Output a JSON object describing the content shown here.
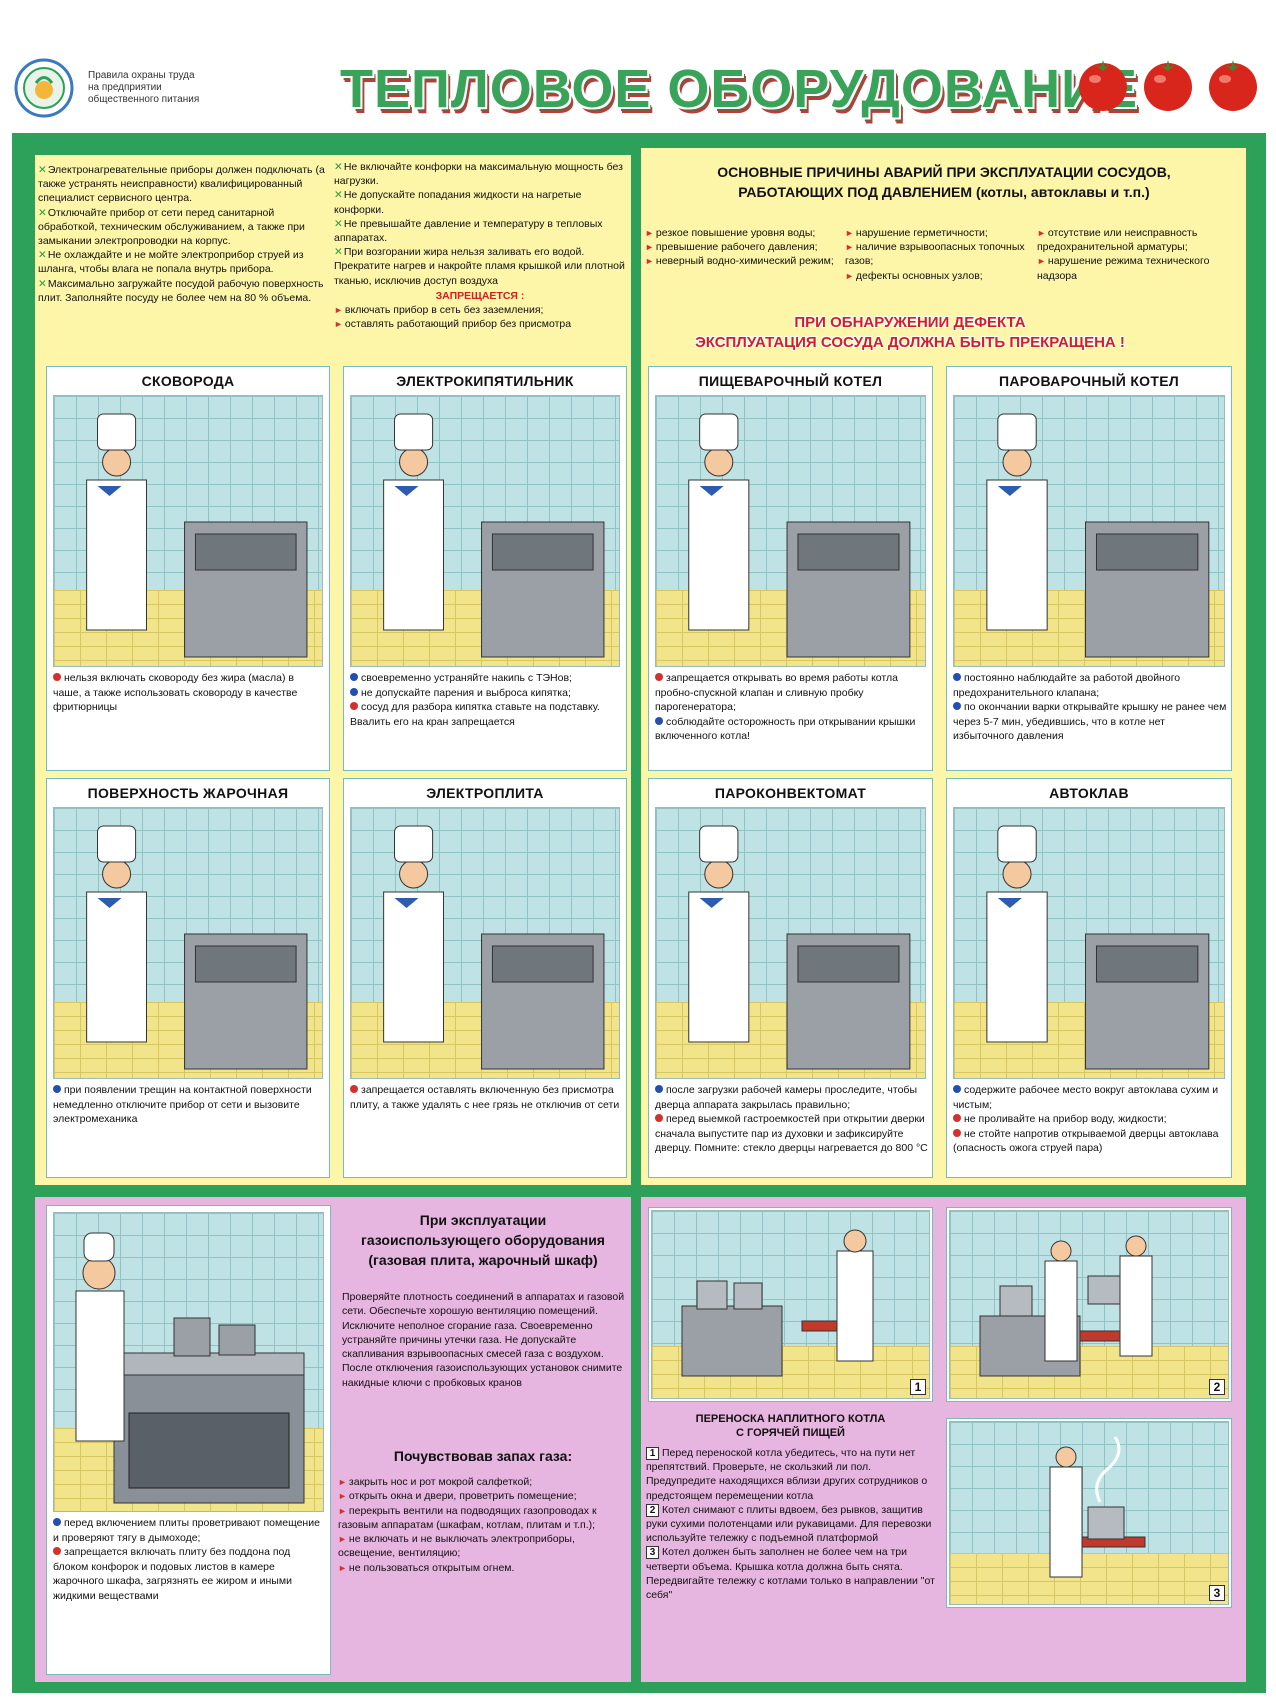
{
  "header": {
    "logo_label": "logo-seal",
    "caption_lines": [
      "Правила охраны труда",
      "на предприятии",
      "общественного питания"
    ],
    "title": "ТЕПЛОВОЕ   ОБОРУДОВАНИЕ"
  },
  "intro": {
    "col1": [
      "Электронагревательные приборы должен подключать (а также устранять неисправности) квалифицированный специалист сервисного центра.",
      "Отключайте прибор от сети перед санитарной обработкой, техническим обслуживанием, а также при замыкании электропроводки на корпус.",
      "Не охлаждайте и не мойте электроприбор струей из шланга, чтобы влага не попала внутрь прибора.",
      "Максимально загружайте посудой рабочую поверхность плит. Заполняйте посуду не более чем на 80 % объема."
    ],
    "col2": [
      "Не включайте конфорки на максимальную мощность без нагрузки.",
      "Не допускайте попадания жидкости на нагретые конфорки.",
      "Не превышайте давление и температуру в тепловых аппаратах.",
      "При возгорании жира нельзя заливать его водой. Прекратите нагрев и накройте пламя крышкой или плотной тканью, исключив доступ воздуха"
    ],
    "forbidden_title": "ЗАПРЕЩАЕТСЯ :",
    "forbidden": [
      "включать прибор в сеть без заземления;",
      "оставлять работающий прибор без присмотра"
    ]
  },
  "pressure": {
    "title_line1": "ОСНОВНЫЕ ПРИЧИНЫ АВАРИЙ ПРИ ЭКСПЛУАТАЦИИ СОСУДОВ,",
    "title_line2": "РАБОТАЮЩИХ ПОД ДАВЛЕНИЕМ (котлы, автоклавы и т.п.)",
    "col1": [
      "резкое повышение уровня воды;",
      "превышение рабочего давления;",
      "неверный водно-химический режим;"
    ],
    "col2": [
      "нарушение герметичности;",
      "наличие взрывоопасных топочных газов;",
      "дефекты основных узлов;"
    ],
    "col3": [
      "отсутствие или неисправность предохранительной арматуры;",
      "нарушение режима технического надзора"
    ],
    "warning_line1": "ПРИ ОБНАРУЖЕНИИ ДЕФЕКТА",
    "warning_line2": "ЭКСПЛУАТАЦИЯ СОСУДА ДОЛЖНА БЫТЬ ПРЕКРАЩЕНА !"
  },
  "panels": [
    {
      "title": "СКОВОРОДА",
      "items": [
        {
          "b": "red",
          "t": "нельзя включать сковороду без жира (масла) в чаше, а также использовать сковороду в качестве фритюрницы"
        }
      ]
    },
    {
      "title": "ЭЛЕКТРОКИПЯТИЛЬНИК",
      "items": [
        {
          "b": "blue",
          "t": "своевременно устраняйте накипь с ТЭНов;"
        },
        {
          "b": "blue",
          "t": "не допускайте парения и выброса кипятка;"
        },
        {
          "b": "red",
          "t": "сосуд для разбора кипятка ставьте на подставку. Ввалить его на кран запрещается"
        }
      ]
    },
    {
      "title": "ПИЩЕВАРОЧНЫЙ КОТЕЛ",
      "items": [
        {
          "b": "red",
          "t": "запрещается открывать во время работы котла пробно-спускной клапан и сливную пробку парогенератора;"
        },
        {
          "b": "blue",
          "t": "соблюдайте осторожность при открывании крышки включенного котла!"
        }
      ]
    },
    {
      "title": "ПАРОВАРОЧНЫЙ КОТЕЛ",
      "items": [
        {
          "b": "blue",
          "t": "постоянно наблюдайте за работой двойного предохранительного клапана;"
        },
        {
          "b": "blue",
          "t": "по окончании варки открывайте крышку не ранее чем через 5-7 мин, убедившись, что в котле нет избыточного давления"
        }
      ]
    },
    {
      "title": "ПОВЕРХНОСТЬ ЖАРОЧНАЯ",
      "items": [
        {
          "b": "blue",
          "t": "при появлении трещин на контактной поверхности немедленно отключите прибор от сети и вызовите электромеханика"
        }
      ]
    },
    {
      "title": "ЭЛЕКТРОПЛИТА",
      "items": [
        {
          "b": "red",
          "t": "запрещается оставлять включенную без присмотра плиту, а также удалять с нее грязь не отключив от сети"
        }
      ]
    },
    {
      "title": "ПАРОКОНВЕКТОМАТ",
      "items": [
        {
          "b": "blue",
          "t": "после загрузки рабочей камеры проследите, чтобы дверца аппарата закрылась правильно;"
        },
        {
          "b": "red",
          "t": "перед выемкой гастроемкостей при открытии дверки сначала выпустите пар из духовки и зафиксируйте дверцу. Помните: стекло дверцы нагревается до 800 °С"
        }
      ]
    },
    {
      "title": "АВТОКЛАВ",
      "items": [
        {
          "b": "blue",
          "t": "содержите рабочее место вокруг автоклава сухим и чистым;"
        },
        {
          "b": "red",
          "t": "не проливайте на прибор воду, жидкости;"
        },
        {
          "b": "red",
          "t": "не стойте напротив открываемой дверцы автоклава (опасность ожога струей пара)"
        }
      ]
    }
  ],
  "gas": {
    "title_line1": "При эксплуатации",
    "title_line2": "газоиспользующего оборудования",
    "title_line3": "(газовая плита, жарочный шкаф)",
    "paragraph": "Проверяйте плотность соединений в аппаратах и газовой сети. Обеспечьте хорошую вентиляцию помещений. Исключите неполное сгорание газа. Своевременно устраняйте причины утечки газа. Не допускайте скапливания взрывоопасных смесей газа с воздухом. После отключения газоиспользующих установок снимите накидные ключи с пробковых кранов",
    "smell_title": "Почувствовав запах газа:",
    "smell": [
      "закрыть нос и рот мокрой салфеткой;",
      "открыть окна и двери, проветрить помещение;",
      "перекрыть вентили на подводящих газопроводах к газовым аппаратам (шкафам, котлам, плитам и т.п.);",
      "не включать и не выключать электроприборы, освещение, вентиляцию;",
      "не пользоваться открытым огнем."
    ],
    "image_items": [
      {
        "b": "blue",
        "t": "перед включением плиты проветривают помещение и проверяют тягу в дымоходе;"
      },
      {
        "b": "red",
        "t": "запрещается включать плиту без поддона под блоком конфорок и подовых листов в камере жарочного шкафа, загрязнять ее жиром и иными жидкими веществами"
      }
    ]
  },
  "carry": {
    "title_line1": "ПЕРЕНОСКА НАПЛИТНОГО КОТЛА",
    "title_line2": "С ГОРЯЧЕЙ ПИЩЕЙ",
    "steps": [
      {
        "n": "1",
        "t": "Перед переноской котла убедитесь, что на пути нет препятствий. Проверьте, не скользкий ли пол. Предупредите находящихся вблизи других сотрудников о предстоящем перемещении котла"
      },
      {
        "n": "2",
        "t": "Котел снимают с плиты вдвоем, без рывков, защитив руки сухими полотенцами или рукавицами. Для перевозки используйте тележку с подъемной платформой"
      },
      {
        "n": "3",
        "t": "Котел должен быть заполнен не более чем на три четверти объема. Крышка котла должна быть снята. Передвигайте тележку с котлами только в направлении \"от себя\""
      }
    ],
    "images": [
      "1",
      "2",
      "3"
    ]
  },
  "colors": {
    "frame": "#2da05a",
    "yellow": "#fdf5a8",
    "pink": "#e6b5e0",
    "title": "#3aa35a",
    "warn": "#d21f1f"
  },
  "icons": [
    "green-cross-icon",
    "red-triangle-icon",
    "blue-bullet-icon",
    "red-bullet-icon",
    "tomato-icon"
  ]
}
